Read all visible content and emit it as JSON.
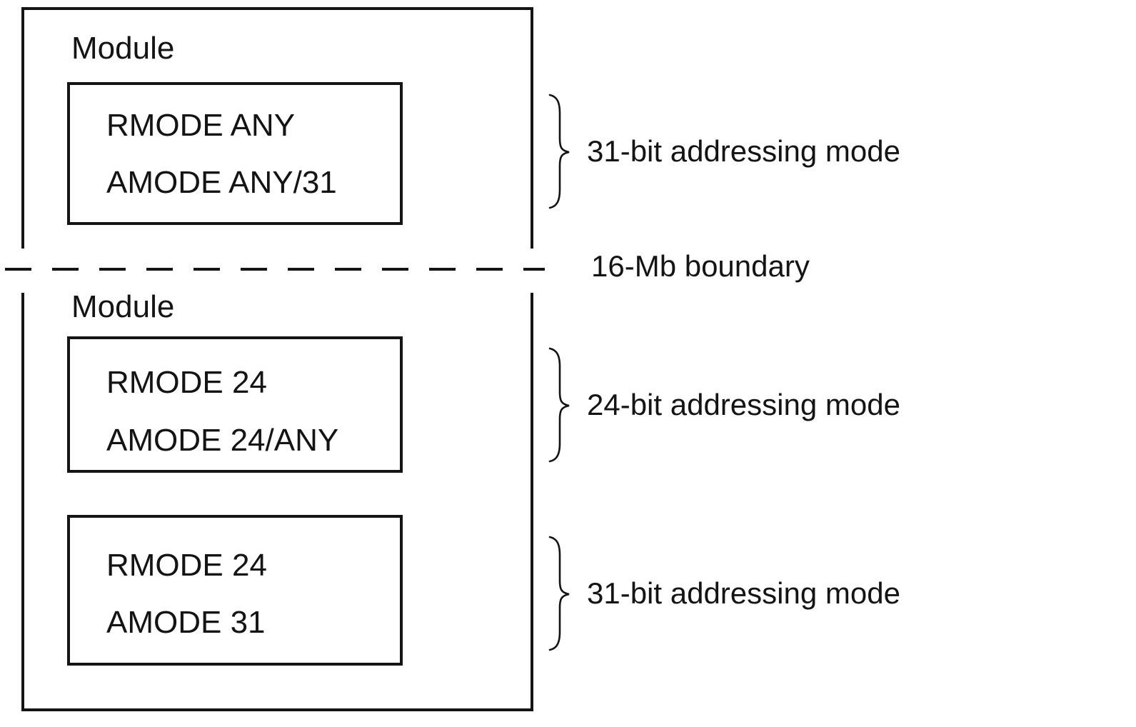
{
  "colors": {
    "ink": "#141414",
    "paper": "#ffffff"
  },
  "diagram": {
    "top_module": {
      "title": "Module",
      "code_box": {
        "line1": "RMODE ANY",
        "line2": "AMODE ANY/31"
      }
    },
    "boundary": {
      "label": "16-Mb boundary"
    },
    "bottom_module": {
      "title": "Module",
      "code_box_1": {
        "line1": "RMODE 24",
        "line2": "AMODE 24/ANY"
      },
      "code_box_2": {
        "line1": "RMODE 24",
        "line2": "AMODE 31"
      }
    },
    "annotations": {
      "top": "31-bit addressing mode",
      "middle": "24-bit addressing mode",
      "bottom": "31-bit addressing mode"
    }
  }
}
